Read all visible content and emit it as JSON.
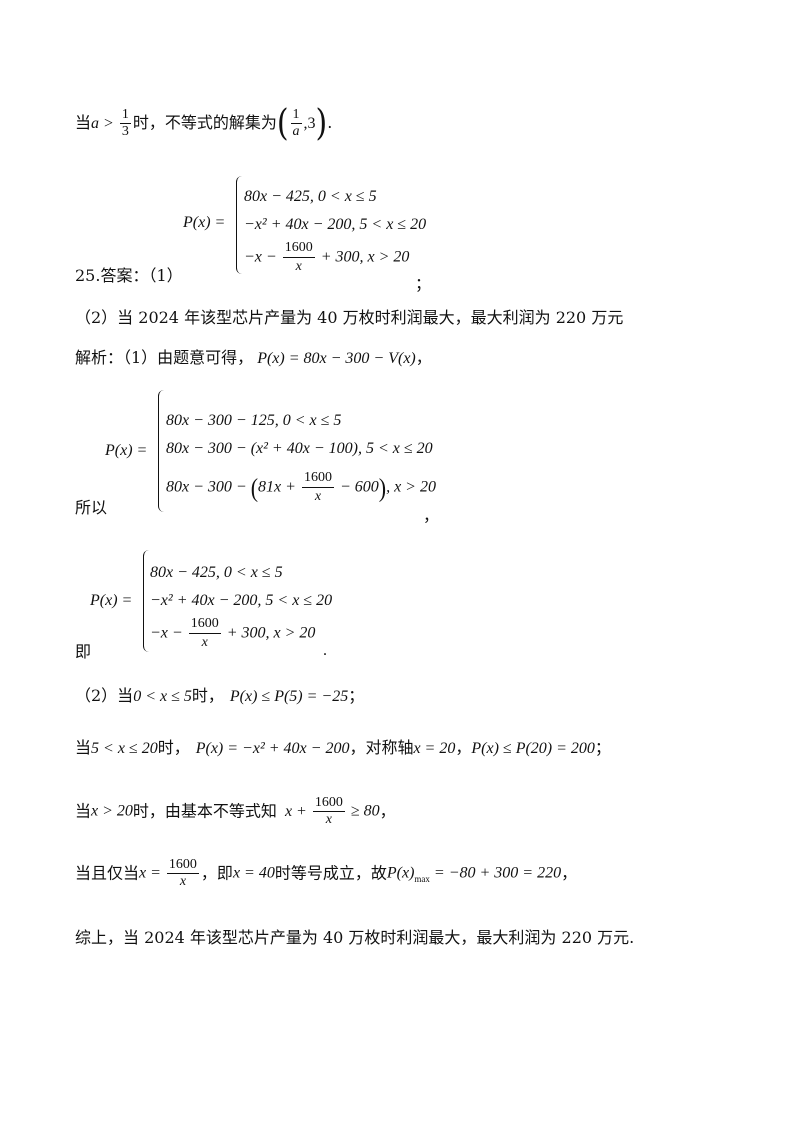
{
  "line1": {
    "prefix": "当",
    "cond": "a > ",
    "cond_num": "1",
    "cond_den": "3",
    "mid": "时，不等式的解集为",
    "set_num": "1",
    "set_den": "a",
    "set_tail": ",3",
    "end": "."
  },
  "answer": {
    "label": "25.答案：（1）",
    "lhs": "P(x) =",
    "cases": [
      "80x − 425, 0 < x ≤ 5",
      "−x² + 40x − 200, 5 < x ≤ 20"
    ],
    "case3_a": "−x − ",
    "case3_num": "1600",
    "case3_den": "x",
    "case3_b": " + 300, x > 20",
    "end": "；"
  },
  "part2_answer": "（2）当 2024 年该型芯片产量为 40 万枚时利润最大，最大利润为 220 万元",
  "analysis": {
    "label": "解析：（1）由题意可得，",
    "formula": "P(x) = 80x − 300 − V(x)",
    "comma": "，"
  },
  "system2": {
    "prefix": "所以",
    "lhs": "P(x) =",
    "case1": "80x − 300 − 125, 0 < x ≤ 5",
    "case2": "80x − 300 − (x² + 40x − 100), 5 < x ≤ 20",
    "case3_a": "80x − 300 − ",
    "case3_b": "81x + ",
    "case3_num": "1600",
    "case3_den": "x",
    "case3_c": " − 600",
    "case3_d": ", x > 20",
    "end": "，"
  },
  "system3": {
    "prefix": "即",
    "lhs": "P(x) =",
    "case1": "80x − 425, 0 < x ≤ 5",
    "case2": "−x² + 40x − 200, 5 < x ≤ 20",
    "case3_a": "−x − ",
    "case3_num": "1600",
    "case3_den": "x",
    "case3_b": " + 300, x > 20",
    "end": "."
  },
  "step1": {
    "a": "（2）当",
    "cond": "0 < x ≤ 5",
    "b": "时，",
    "formula": "P(x) ≤ P(5) = −25",
    "end": "；"
  },
  "step2": {
    "a": "当",
    "cond": "5 < x ≤ 20",
    "b": "时，",
    "formula": "P(x) = −x² + 40x − 200",
    "c": "，对称轴",
    "axis": "x = 20",
    "d": "，",
    "formula2": "P(x) ≤ P(20) = 200",
    "end": "；"
  },
  "step3": {
    "a": "当",
    "cond": "x > 20",
    "b": "时，由基本不等式知",
    "expr_a": "x + ",
    "num": "1600",
    "den": "x",
    "expr_b": " ≥ 80",
    "end": "，"
  },
  "step4": {
    "a": "当且仅当",
    "lhs": "x = ",
    "num": "1600",
    "den": "x",
    "b": "，即",
    "val": "x = 40",
    "c": "时等号成立，故",
    "pmax": "P(x)",
    "max_sub": "max",
    "pmax_tail": " = −80 + 300 = 220",
    "end": "，"
  },
  "conclusion": "综上，当 2024 年该型芯片产量为 40 万枚时利润最大，最大利润为 220 万元."
}
